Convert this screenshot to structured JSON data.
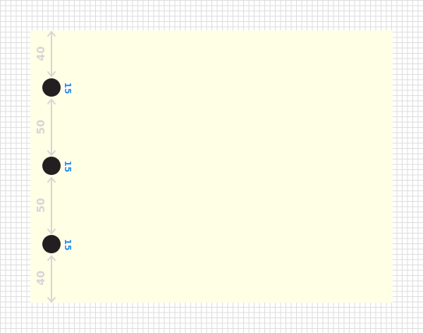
{
  "artboard": {
    "fill_color": "#feffe5",
    "grid_color": "#dcdcdc"
  },
  "circles": [
    {
      "diameter_label": "15",
      "fill_color": "#231f20"
    },
    {
      "diameter_label": "15",
      "fill_color": "#231f20"
    },
    {
      "diameter_label": "15",
      "fill_color": "#231f20"
    }
  ],
  "gaps": [
    {
      "label": "40"
    },
    {
      "label": "50"
    },
    {
      "label": "50"
    },
    {
      "label": "40"
    }
  ],
  "colors": {
    "arrow": "#d6d6d6",
    "gap_text": "#d6d6d6",
    "size_text": "#2d8fe0"
  }
}
